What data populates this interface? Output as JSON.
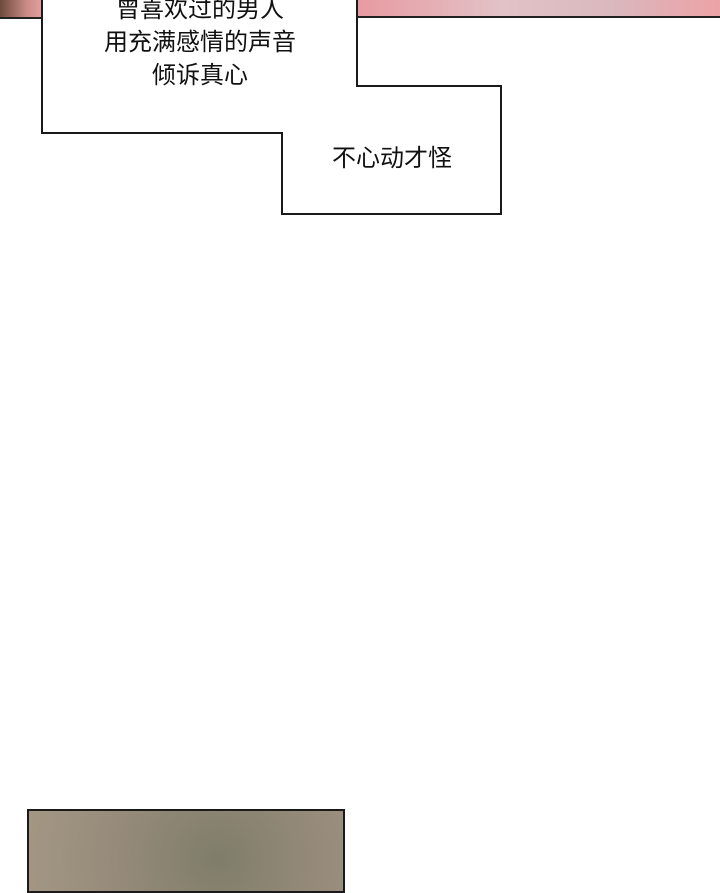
{
  "caption_1": {
    "lines": [
      "曾喜欢过的男人",
      "用充满感情的声音",
      "倾诉真心"
    ]
  },
  "caption_2": {
    "text": "不心动才怪"
  },
  "colors": {
    "border": "#1a1a1a",
    "background": "#ffffff"
  }
}
